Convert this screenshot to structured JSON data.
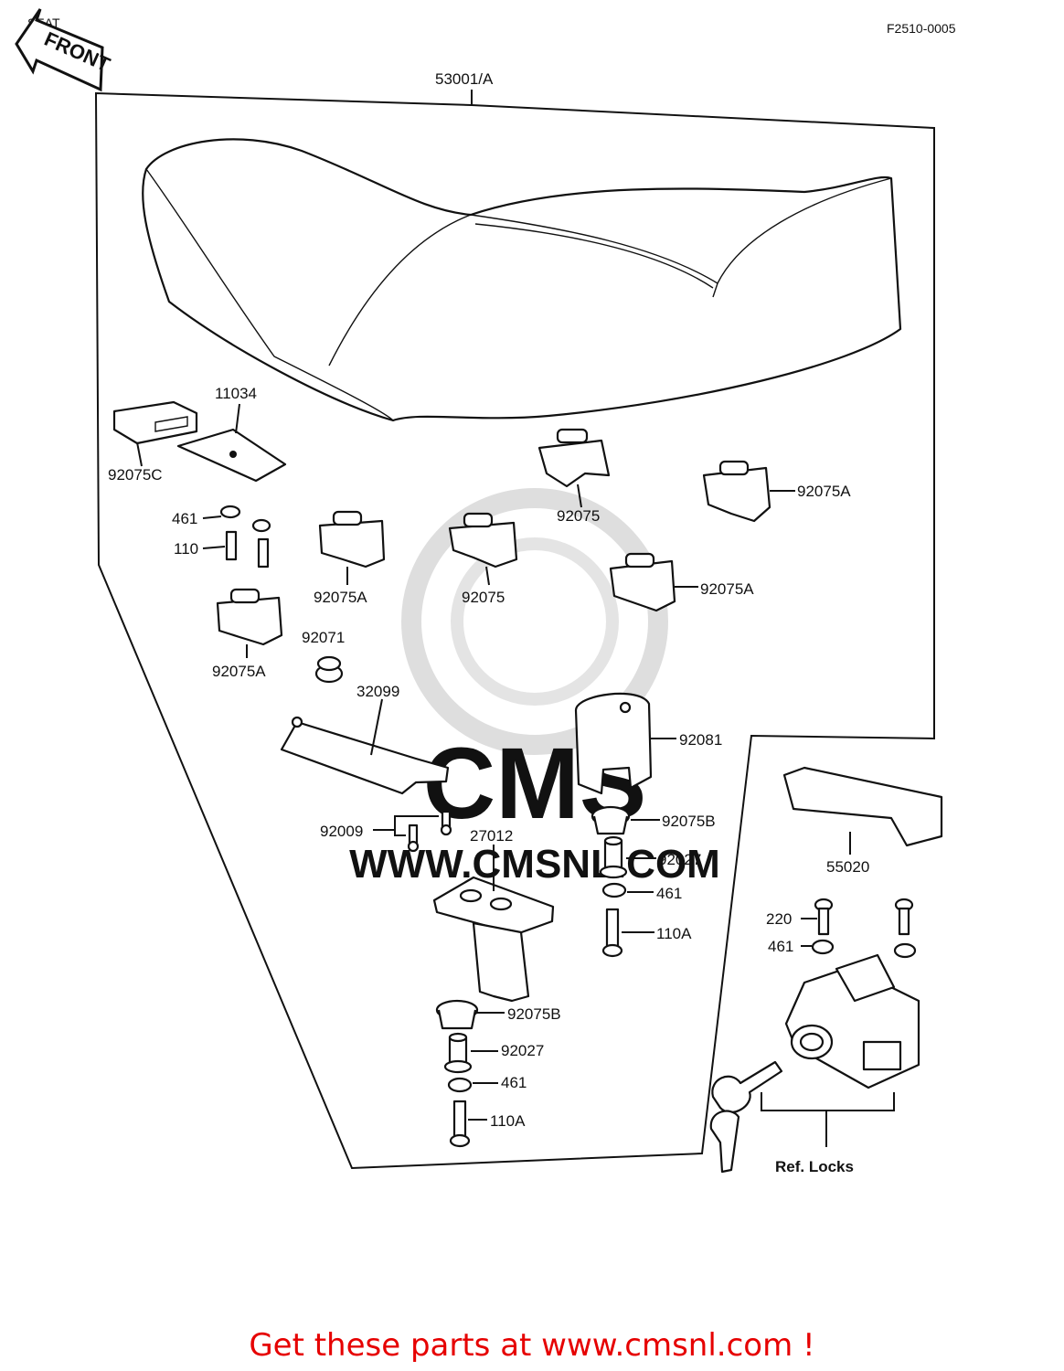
{
  "header": {
    "section_title": "SEAT",
    "front_arrow": "FRONT",
    "diagram_code": "F2510-0005"
  },
  "watermark": {
    "brand": "CMS",
    "url": "WWW.CMSNL.COM"
  },
  "callouts": {
    "seat_assy": "53001/A",
    "hinge_plate": "11034",
    "damper_c": "92075C",
    "nut_461_left": "461",
    "bolt_110_left": "110",
    "damper_top_center": "92075",
    "damper_right_top": "92075A",
    "damper_left_mid": "92075A",
    "damper_center_mid": "92075",
    "damper_right_mid": "92075A",
    "damper_left_low": "92075A",
    "collar_92071": "92071",
    "plate_32099": "32099",
    "bracket_92081": "92081",
    "damper_b_upper": "92075B",
    "collar_92027_upper": "92027",
    "nut_461_upper": "461",
    "bolt_110a_upper": "110A",
    "screw_92009": "92009",
    "hinge_27012": "27012",
    "damper_b_lower": "92075B",
    "collar_92027_lower": "92027",
    "nut_461_lower": "461",
    "bolt_110a_lower": "110A",
    "cover_55020": "55020",
    "screw_220": "220",
    "nut_461_lock": "461",
    "ref_locks": "Ref. Locks"
  },
  "footer": {
    "text": "Get these parts at www.cmsnl.com !"
  }
}
